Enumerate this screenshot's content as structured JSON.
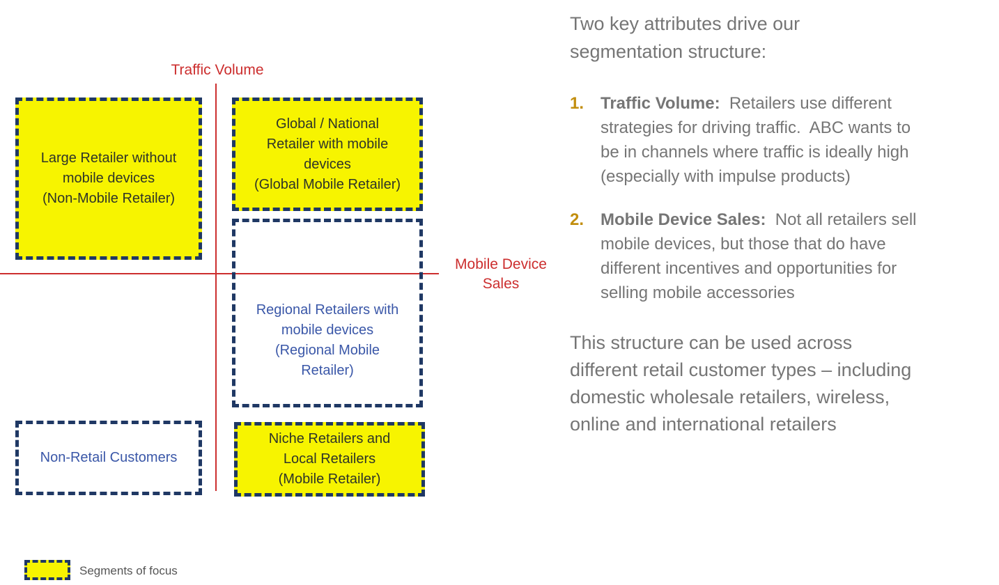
{
  "colors": {
    "axis_red": "#CC2E2E",
    "border_navy": "#1F3864",
    "focus_yellow": "#F7F400",
    "segment_blue_text": "#3A57A8",
    "segment_dark_text": "#2E3429",
    "body_gray": "#757575",
    "number_gold": "#C28E0E"
  },
  "diagram": {
    "vertical_axis_label": "Traffic Volume",
    "horizontal_axis_label": "Mobile Device\nSales",
    "boxes": {
      "non_mobile": {
        "text": "Large Retailer without\nmobile devices\n(Non-Mobile Retailer)",
        "focus": true
      },
      "global": {
        "text": "Global / National\nRetailer with mobile\ndevices\n(Global Mobile Retailer)",
        "focus": true
      },
      "regional": {
        "text": "Regional Retailers with\nmobile devices\n(Regional Mobile\nRetailer)",
        "focus": false
      },
      "non_retail": {
        "text": "Non-Retail Customers",
        "focus": false
      },
      "niche": {
        "text": "Niche Retailers and\nLocal Retailers\n(Mobile Retailer)",
        "focus": true
      }
    },
    "legend_label": "Segments of focus"
  },
  "panel": {
    "intro": "Two key attributes drive our\nsegmentation structure:",
    "items": [
      {
        "number": "1.",
        "label": "Traffic Volume:",
        "text": "  Retailers use different\nstrategies for driving traffic.  ABC wants to\nbe in channels where traffic is ideally high\n(especially with impulse products)"
      },
      {
        "number": "2.",
        "label": "Mobile Device Sales:",
        "text": "  Not all retailers sell\nmobile devices, but those that do have\ndifferent incentives and opportunities for\nselling mobile accessories"
      }
    ],
    "closing": "This structure can be used across\ndifferent retail customer types – including\ndomestic wholesale retailers, wireless,\nonline and international retailers"
  }
}
